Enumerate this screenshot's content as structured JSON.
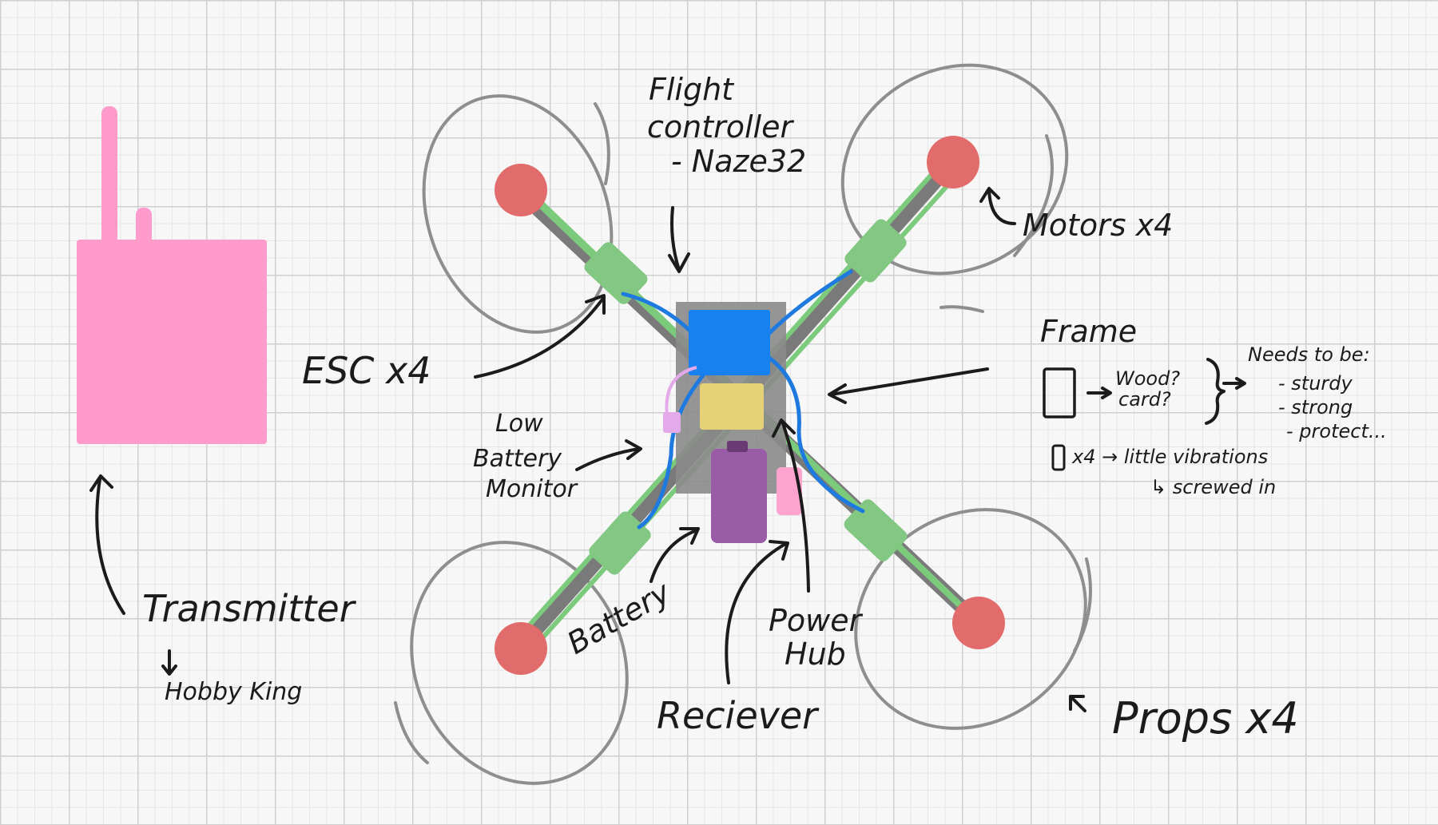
{
  "colors": {
    "transmitter": "#ff9bcb",
    "motor": "#e26b6b",
    "esc": "#82c882",
    "flight_controller": "#1781f0",
    "power_hub": "#e6d276",
    "battery": "#9a5ca6",
    "frame_plate": "#8a8a8a",
    "receiver": "#ffa4cf",
    "low_battery_monitor": "#e3a9e8"
  },
  "labels": {
    "flight_controller": [
      "Flight",
      "controller",
      "- Naze32"
    ],
    "motors": "Motors x4",
    "esc": "ESC x4",
    "frame": "Frame",
    "frame_material": [
      "Wood?",
      "card?"
    ],
    "needs_to_be": "Needs to be:",
    "needs_items": [
      "- sturdy",
      "- strong",
      "- protect..."
    ],
    "standoffs": "x4 → little vibrations",
    "screwed_in": "↳ screwed in",
    "low_battery_monitor": [
      "Low",
      "Battery",
      "Monitor"
    ],
    "battery": "Battery",
    "receiver": "Reciever",
    "power_hub": [
      "Power",
      "Hub"
    ],
    "props": "Props x4",
    "transmitter": "Transmitter",
    "transmitter_brand": "Hobby King"
  }
}
